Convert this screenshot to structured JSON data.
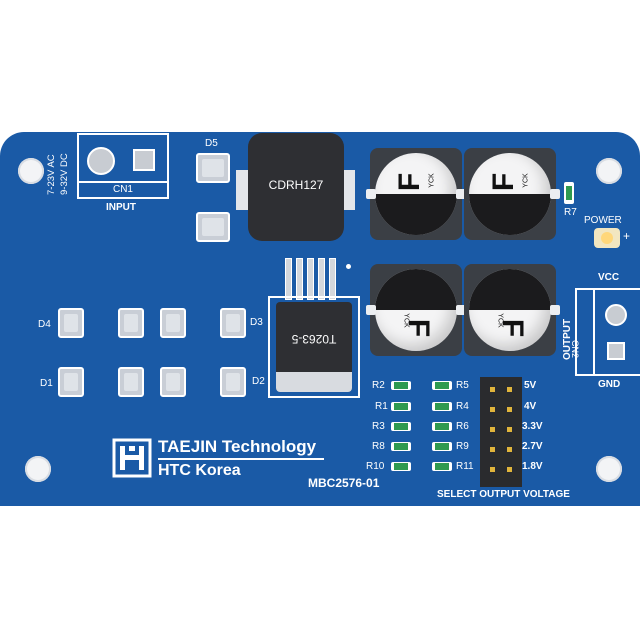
{
  "board": {
    "input_label": "INPUT",
    "input_spec_line1": "7-23V AC",
    "input_spec_line2": "9-32V DC",
    "cn1": "CN1",
    "cn2": "CN2",
    "output_label": "OUTPUT",
    "vcc": "VCC",
    "gnd": "GND",
    "inductor": "CDRH127",
    "regulator": "T0263-5",
    "power_label": "POWER",
    "power_plus": "+",
    "r7": "R7",
    "d1": "D1",
    "d2": "D2",
    "d3": "D3",
    "d4": "D4",
    "d5": "D5",
    "cap_marking": "F",
    "cap_brand": "YCK",
    "company_name": "TAEJIN Technology",
    "company_sub": "HTC Korea",
    "model": "MBC2576-01",
    "select_label": "SELECT OUTPUT VOLTAGE",
    "left_resistors": [
      "R2",
      "R1",
      "R3",
      "R8",
      "R10"
    ],
    "right_resistors": [
      "R5",
      "R4",
      "R6",
      "R9",
      "R11"
    ],
    "voltages": [
      "5V",
      "4V",
      "3.3V",
      "2.7V",
      "1.8V"
    ]
  }
}
